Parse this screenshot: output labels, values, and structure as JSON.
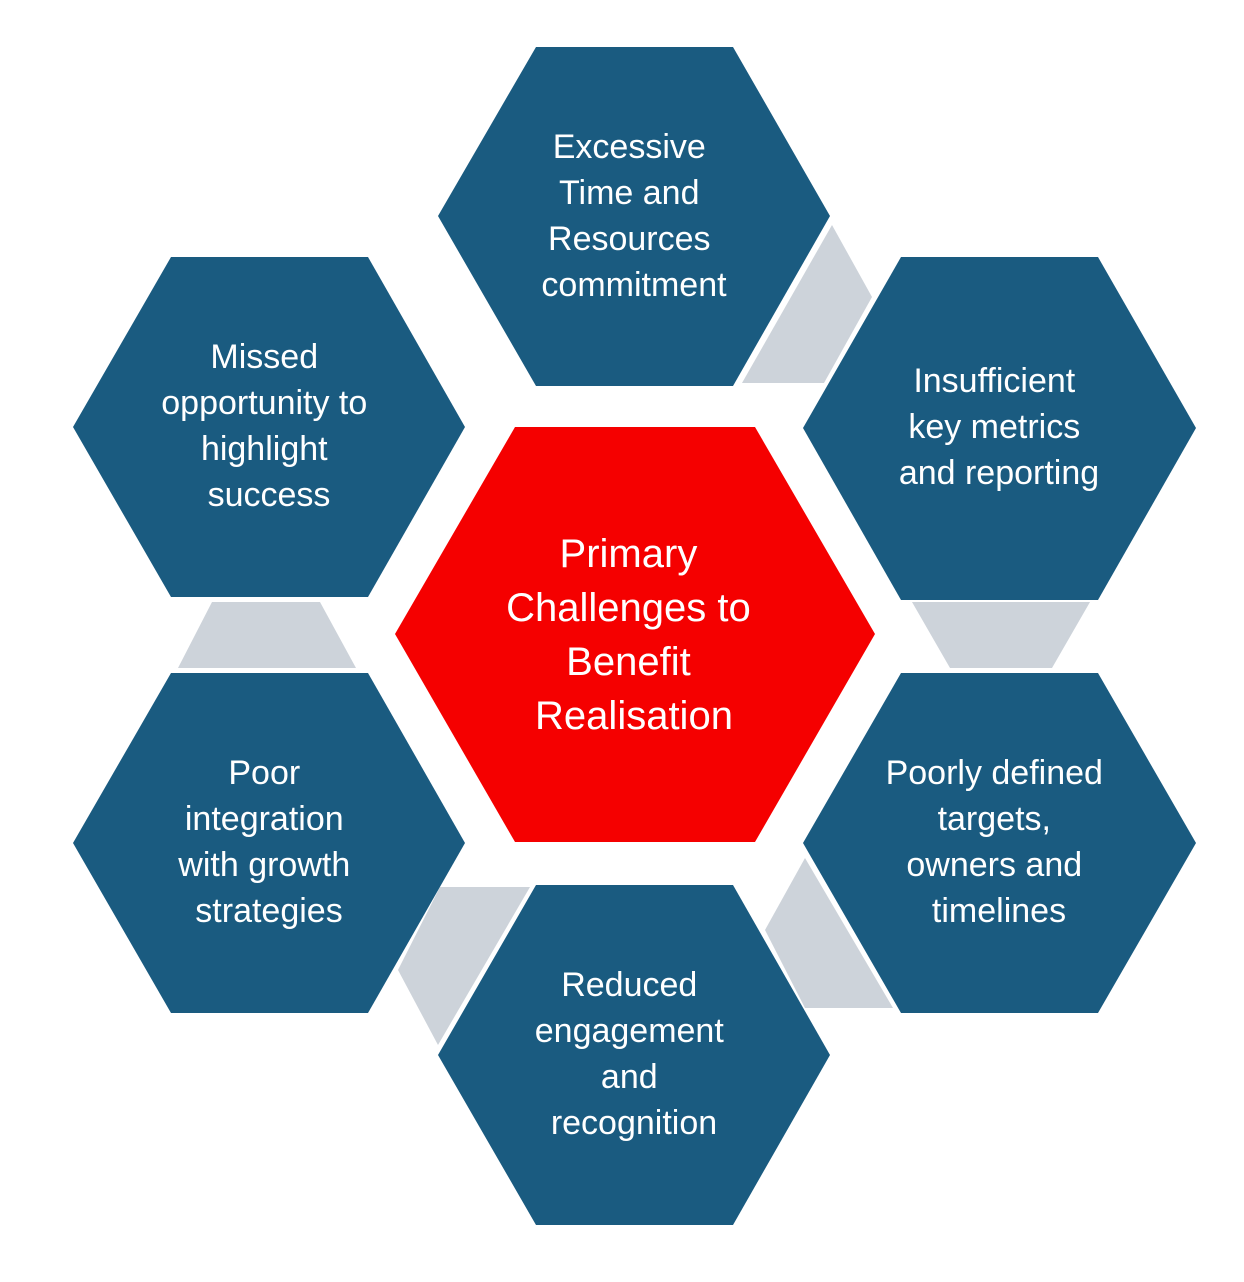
{
  "colors": {
    "hex_blue": "#1a5b80",
    "hex_red": "#f50000",
    "connector_gray": "#cdd3da"
  },
  "center": {
    "lines": [
      "Primary",
      "Challenges to",
      "Benefit",
      "Realisation"
    ]
  },
  "items": [
    {
      "lines": [
        "Excessive",
        "Time and",
        "Resources",
        "commitment"
      ]
    },
    {
      "lines": [
        "Insufficient",
        "key metrics",
        "and reporting"
      ]
    },
    {
      "lines": [
        "Poorly defined",
        "targets,",
        "owners and",
        "timelines"
      ]
    },
    {
      "lines": [
        "Reduced",
        "engagement",
        "and",
        "recognition"
      ]
    },
    {
      "lines": [
        "Poor",
        "integration",
        "with growth",
        "strategies"
      ]
    },
    {
      "lines": [
        "Missed",
        "opportunity to",
        "highlight",
        "success"
      ]
    }
  ]
}
